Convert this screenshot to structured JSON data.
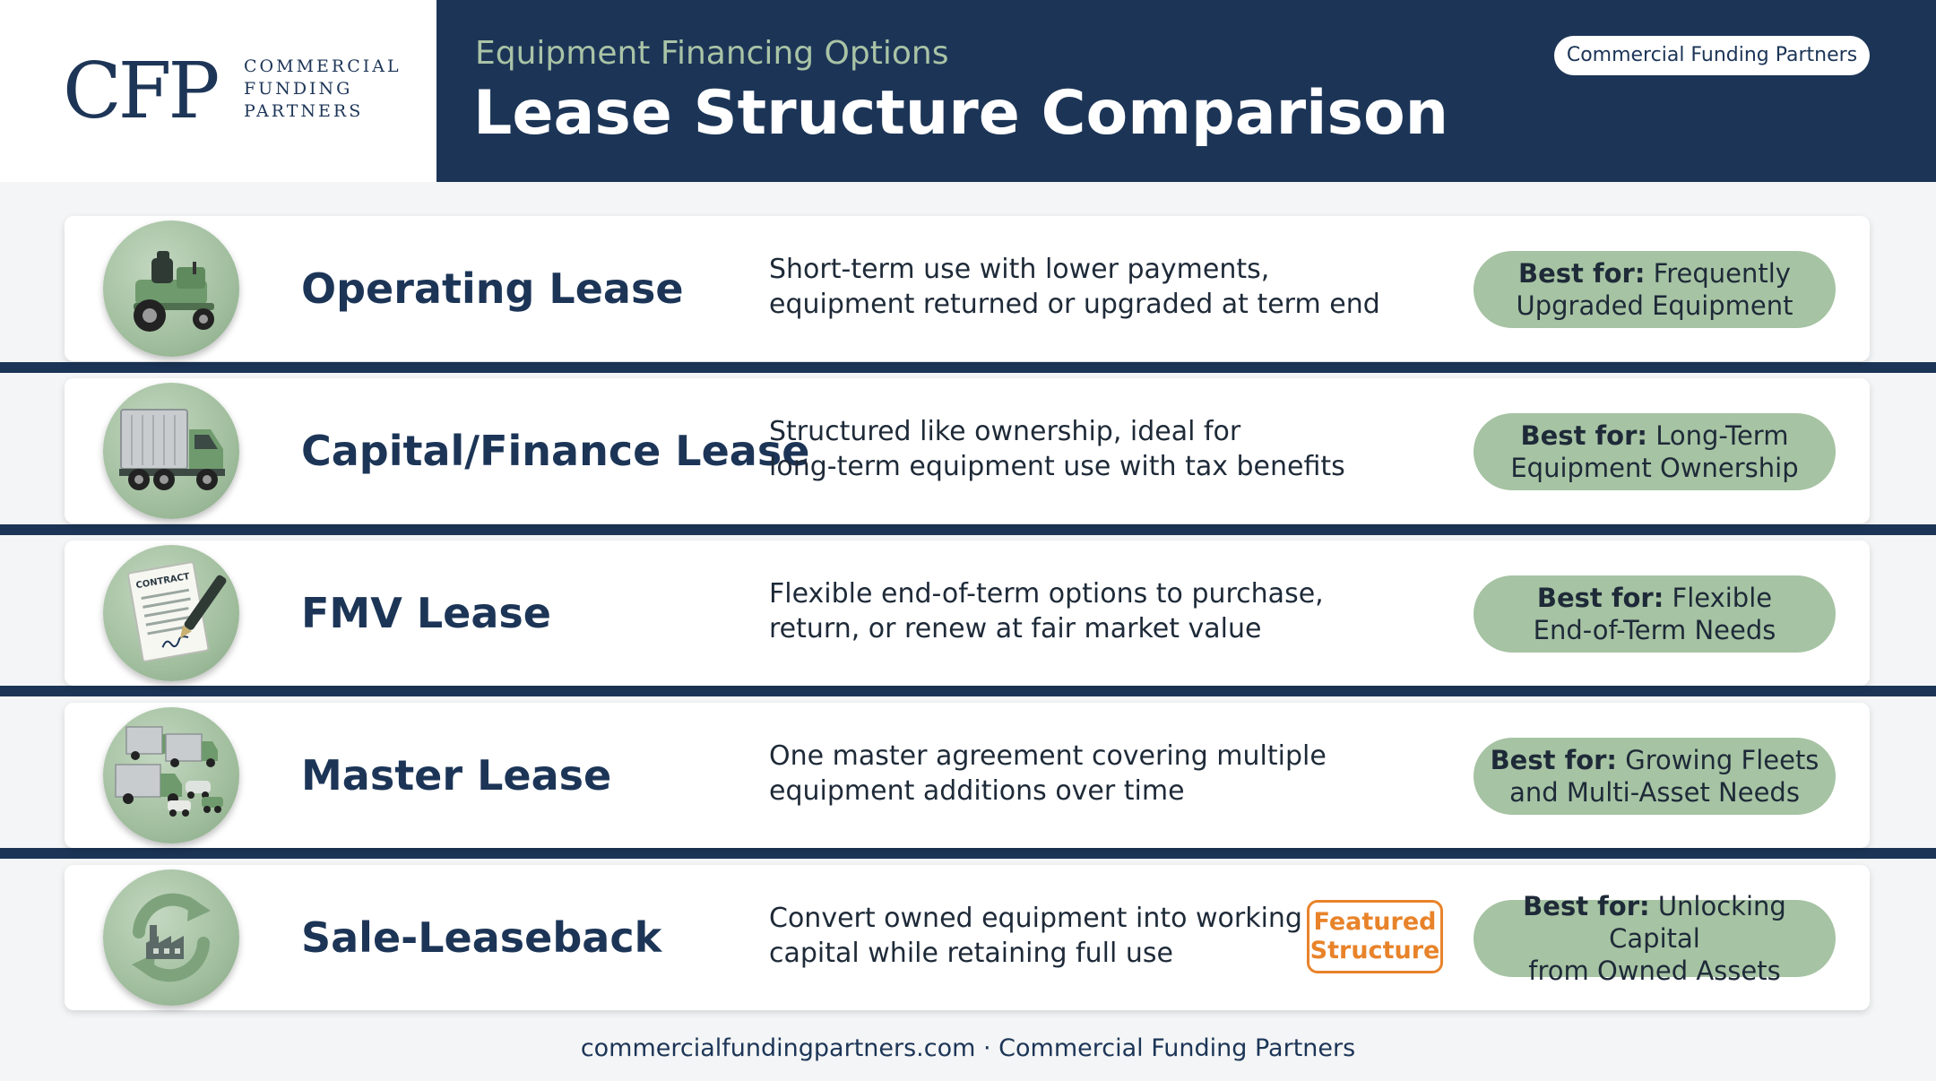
{
  "logo": {
    "mark": "CFP",
    "line1": "COMMERCIAL",
    "line2": "FUNDING",
    "line3": "PARTNERS"
  },
  "header": {
    "subtitle": "Equipment Financing Options",
    "title": "Lease Structure Comparison",
    "brand_pill": "Commercial Funding Partners"
  },
  "colors": {
    "navy": "#1c3557",
    "sage": "#a6c3a3",
    "accent_orange": "#e8832a"
  },
  "rows": [
    {
      "icon": "riding-mower-icon",
      "name": "Operating Lease",
      "desc_line1": "Short-term use with lower payments,",
      "desc_line2": "equipment returned or upgraded at term end",
      "best_label": "Best for:",
      "best_line1": "Frequently",
      "best_line2": "Upgraded Equipment"
    },
    {
      "icon": "box-truck-icon",
      "name": "Capital/Finance Lease",
      "desc_line1": "Structured like ownership, ideal for",
      "desc_line2": "long-term equipment use with tax benefits",
      "best_label": "Best for:",
      "best_line1": "Long-Term",
      "best_line2": "Equipment Ownership"
    },
    {
      "icon": "contract-icon",
      "icon_text": "CONTRACT",
      "name": "FMV Lease",
      "desc_line1": "Flexible end-of-term options to purchase,",
      "desc_line2": "return, or renew at fair market value",
      "best_label": "Best for:",
      "best_line1": "Flexible",
      "best_line2": "End-of-Term Needs"
    },
    {
      "icon": "truck-fleet-icon",
      "name": "Master Lease",
      "desc_line1": "One master agreement covering multiple",
      "desc_line2": "equipment additions over time",
      "best_label": "Best for:",
      "best_line1": "Growing Fleets",
      "best_line2": "and Multi-Asset Needs"
    },
    {
      "icon": "factory-cycle-icon",
      "name": "Sale-Leaseback",
      "desc_line1": "Convert owned equipment into working",
      "desc_line2": "capital while retaining full use",
      "featured_line1": "Featured",
      "featured_line2": "Structure",
      "best_label": "Best for:",
      "best_line1": "Unlocking Capital",
      "best_line2": "from Owned Assets"
    }
  ],
  "footer": "commercialfundingpartners.com · Commercial Funding Partners"
}
